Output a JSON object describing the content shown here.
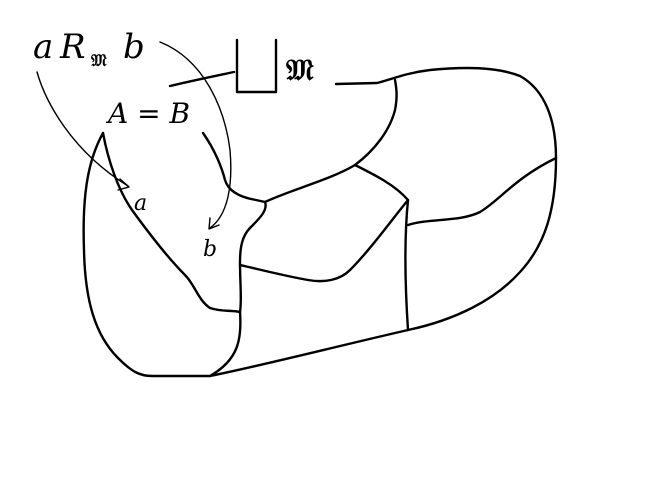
{
  "labels": {
    "relation_a": "a",
    "relation_R": "R",
    "relation_subscript": "𝔐",
    "relation_b": "b",
    "equation": "A = B",
    "union_symbol_script": "𝔐",
    "point_a": "a",
    "point_b": "b"
  }
}
